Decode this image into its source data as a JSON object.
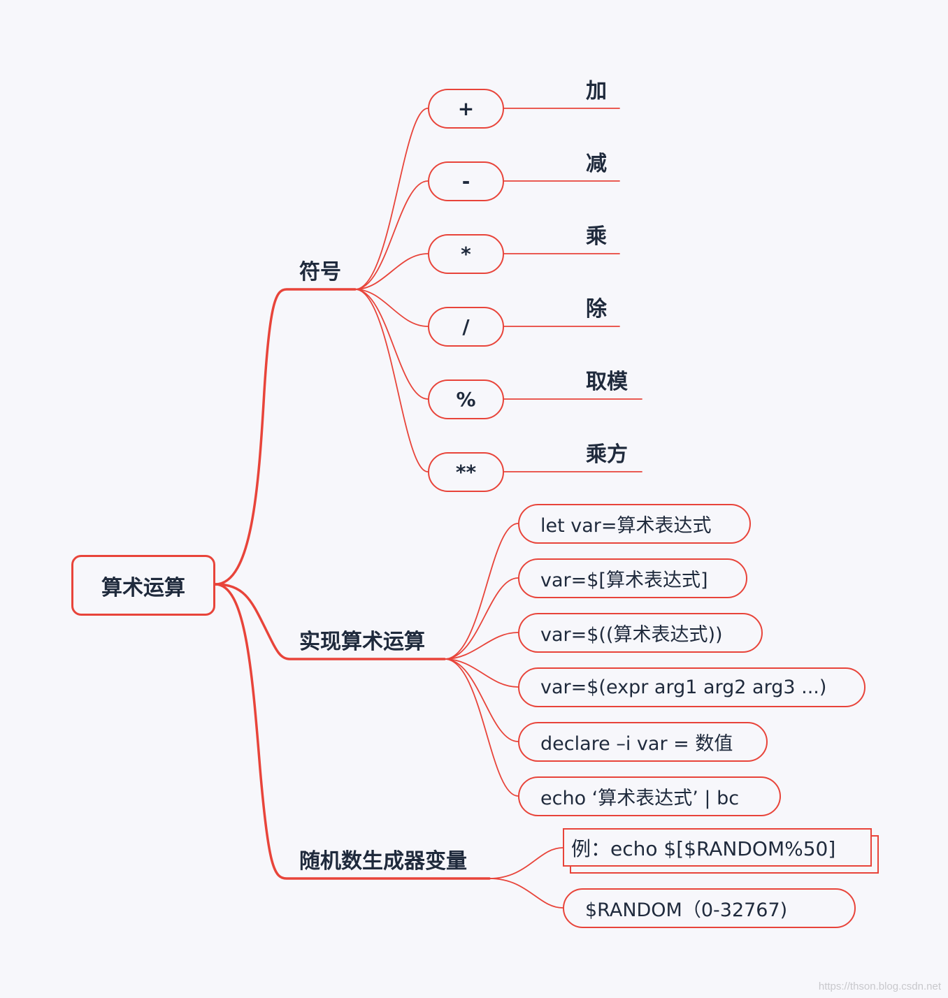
{
  "colors": {
    "accent": "#e8443a",
    "text": "#1f2a3c",
    "background": "#f7f7fb"
  },
  "root": {
    "label": "算术运算"
  },
  "branches": {
    "symbols": {
      "label": "符号",
      "items": [
        {
          "symbol": "+",
          "meaning": "加"
        },
        {
          "symbol": "-",
          "meaning": "减"
        },
        {
          "symbol": "*",
          "meaning": "乘"
        },
        {
          "symbol": "/",
          "meaning": "除"
        },
        {
          "symbol": "%",
          "meaning": "取模"
        },
        {
          "symbol": "**",
          "meaning": "乘方"
        }
      ]
    },
    "implementation": {
      "label": "实现算术运算",
      "items": [
        "let var=算术表达式",
        "var=$[算术表达式]",
        "var=$((算术表达式))",
        "var=$(expr arg1 arg2 arg3 ...)",
        "declare –i var = 数值",
        "echo ‘算术表达式’ | bc"
      ]
    },
    "random": {
      "label": "随机数生成器变量",
      "example": "例：echo $[$RANDOM%50]",
      "range": "$RANDOM（0-32767)"
    }
  },
  "watermark": "https://thson.blog.csdn.net"
}
